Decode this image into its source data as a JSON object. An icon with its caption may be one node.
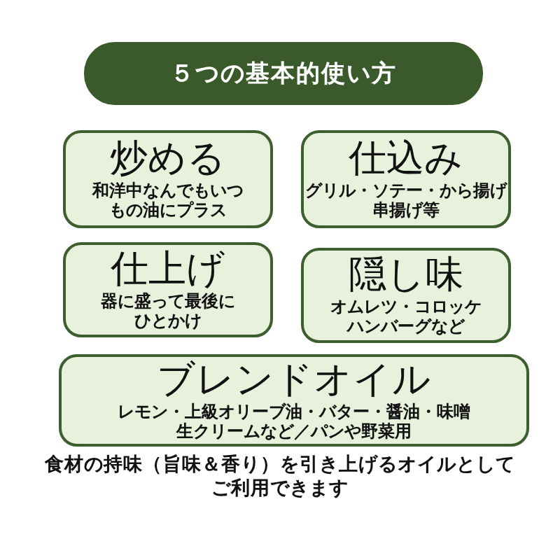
{
  "diagram": {
    "nodes": [
      {
        "text": [
          "５つの基本的使い方"
        ]
      },
      {
        "text": [
          "炒める",
          "和洋中なんでもいつもの油にプラス"
        ]
      },
      {
        "text": [
          "仕込み",
          "グリル・ソテー・から揚げ串揚げ等"
        ]
      },
      {
        "text": [
          "仕上げ",
          "器に盛って最後にひとかけ"
        ]
      },
      {
        "text": [
          "隠し味",
          "オムレツ・コロッケハンバーグなど"
        ]
      },
      {
        "text": [
          "ブレンドオイル",
          "レモン・上級オリーブ油・バター・醤油・味噌生クリームなど／パンや野菜用"
        ]
      }
    ],
    "labels": [
      "食材の持味（旨味＆香り）を引き上げるオイルとしてご利用できます"
    ]
  }
}
